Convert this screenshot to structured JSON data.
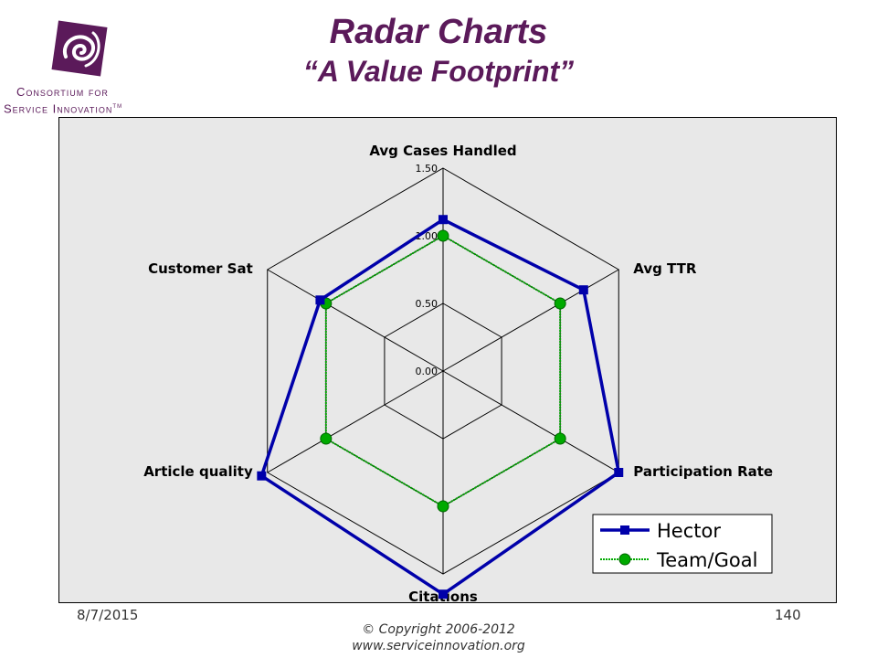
{
  "header": {
    "title_line1": "Radar Charts",
    "title_line2": "“A Value Footprint”"
  },
  "logo": {
    "line1": "Consortium for",
    "line2": "Service Innovation",
    "trademark": "TM",
    "color": "#5b1a5a"
  },
  "chart_data": {
    "type": "radar",
    "axes": [
      "Avg Cases Handled",
      "Avg TTR",
      "Participation Rate",
      "Citations",
      "Article quality",
      "Customer Sat"
    ],
    "ticks": [
      "0.00",
      "0.50",
      "1.00",
      "1.50"
    ],
    "rlim": [
      0,
      1.5
    ],
    "series": [
      {
        "name": "Hector",
        "values": [
          1.12,
          1.2,
          1.5,
          1.65,
          1.55,
          1.05
        ],
        "color": "#0000aa",
        "marker": "square"
      },
      {
        "name": "Team/Goal",
        "values": [
          1.0,
          1.0,
          1.0,
          1.0,
          1.0,
          1.0
        ],
        "color": "#00aa00",
        "marker": "circle"
      }
    ],
    "grid": true,
    "legend": "bottom-right"
  },
  "footer": {
    "date": "8/7/2015",
    "page": "140",
    "copyright": "© Copyright 2006-2012",
    "url": "www.serviceinnovation.org"
  }
}
